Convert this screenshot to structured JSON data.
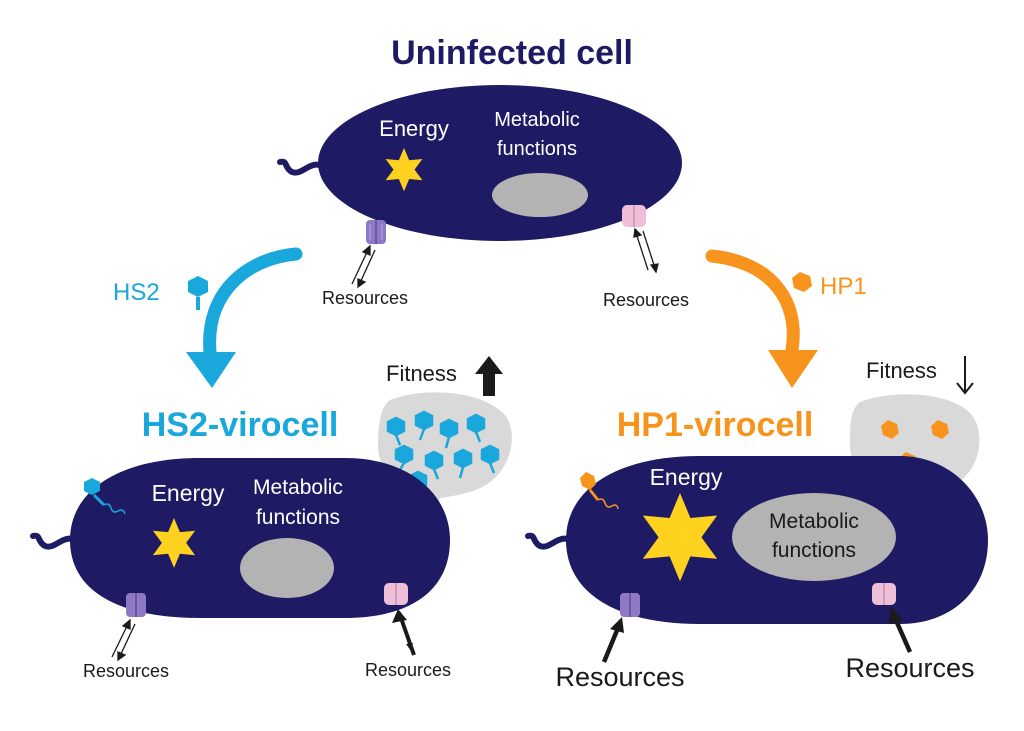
{
  "colors": {
    "cell": "#1f1a64",
    "hs2": "#1aa7dc",
    "hp1": "#f7941d",
    "energy": "#ffd21f",
    "organelle": "#b3b3b3",
    "bubble": "#d9d9d9",
    "channel_purple": "#8f78c6",
    "channel_pink": "#efbfd9",
    "text_dark": "#1f1a64",
    "text_black": "#1a1a1a",
    "text_white": "#ffffff"
  },
  "uninfected": {
    "title": "Uninfected cell",
    "energy_label": "Energy",
    "metabolic_label_1": "Metabolic",
    "metabolic_label_2": "functions",
    "resources_left": "Resources",
    "resources_right": "Resources"
  },
  "hs2": {
    "virus_label": "HS2",
    "title": "HS2-virocell",
    "fitness_label": "Fitness",
    "fitness_trend": "up",
    "energy_label": "Energy",
    "metabolic_label_1": "Metabolic",
    "metabolic_label_2": "functions",
    "resources_left": "Resources",
    "resources_right": "Resources"
  },
  "hp1": {
    "virus_label": "HP1",
    "title": "HP1-virocell",
    "fitness_label": "Fitness",
    "fitness_trend": "down",
    "energy_label": "Energy",
    "metabolic_label_1": "Metabolic",
    "metabolic_label_2": "functions",
    "resources_left": "Resources",
    "resources_right": "Resources"
  }
}
